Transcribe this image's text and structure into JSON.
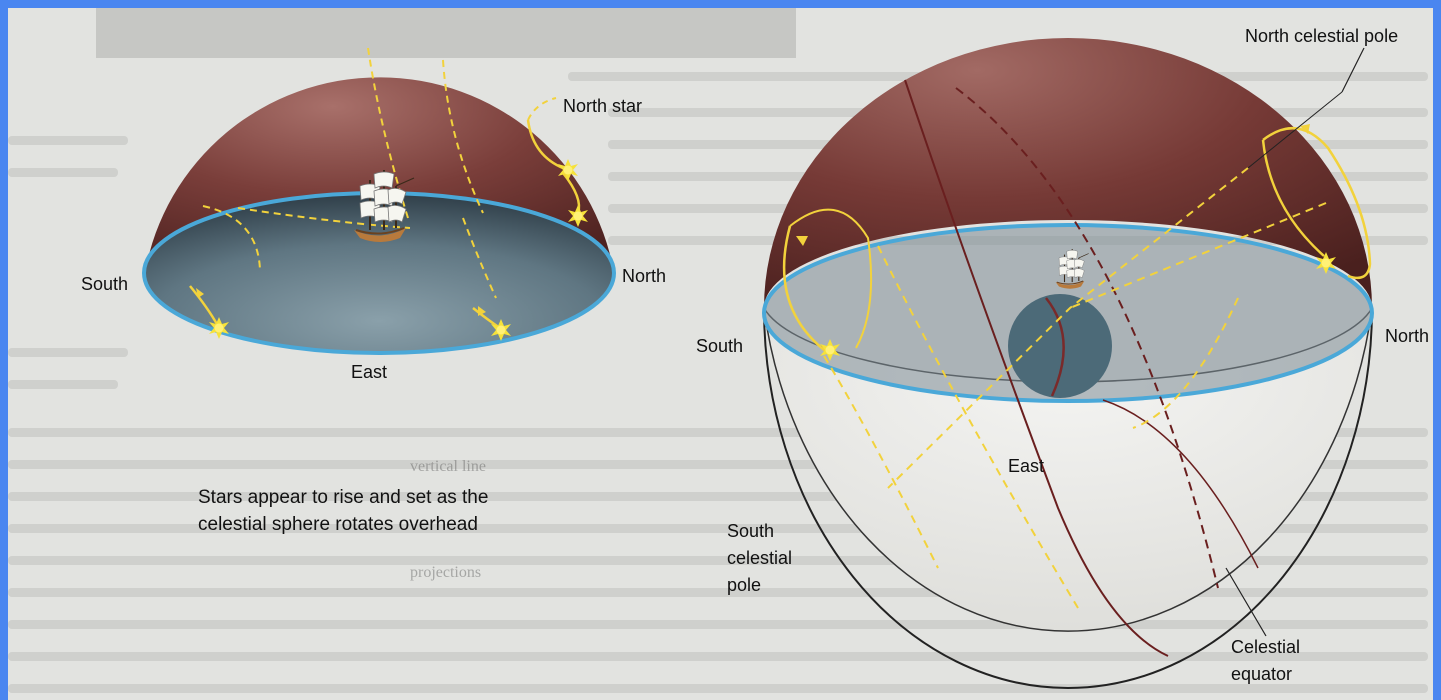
{
  "left_diagram": {
    "labels": {
      "north_star": "North star",
      "south": "South",
      "north": "North",
      "east": "East"
    },
    "caption": {
      "line1": "Stars appear to rise and set as the",
      "line2": "celestial sphere rotates overhead"
    }
  },
  "right_diagram": {
    "labels": {
      "north_celestial_pole": "North celestial pole",
      "south": "South",
      "north": "North",
      "east": "East",
      "south_celestial_pole": [
        "South",
        "celestial",
        "pole"
      ],
      "celestial_equator": [
        "Celestial",
        "equator"
      ]
    }
  },
  "colors": {
    "dome": "#7a3e3a",
    "horizon": "#5f7a86",
    "rim": "#4aa8d8",
    "star_path": "#f2d23c",
    "earth": "#4c6a78"
  }
}
